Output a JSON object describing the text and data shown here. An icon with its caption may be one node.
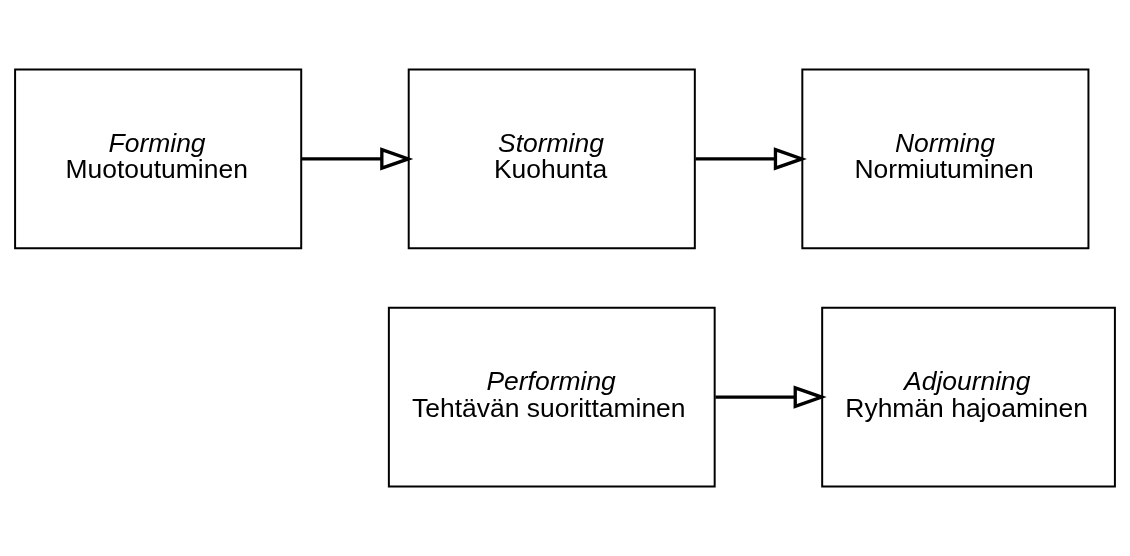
{
  "diagram": {
    "nodes": [
      {
        "text": [
          "Forming",
          "Muotoutuminen"
        ]
      },
      {
        "text": [
          "Storming",
          "Kuohunta"
        ]
      },
      {
        "text": [
          "Norming",
          "Normiutuminen"
        ]
      },
      {
        "text": [
          "Performing",
          "Tehtävän suorittaminen"
        ]
      },
      {
        "text": [
          "Adjourning",
          "Ryhmän hajoaminen"
        ]
      }
    ],
    "edges": [
      {
        "from": 0,
        "to": 1,
        "arrow": "to"
      },
      {
        "from": 1,
        "to": 2,
        "arrow": "to"
      },
      {
        "from": 3,
        "to": 4,
        "arrow": "to"
      }
    ]
  }
}
